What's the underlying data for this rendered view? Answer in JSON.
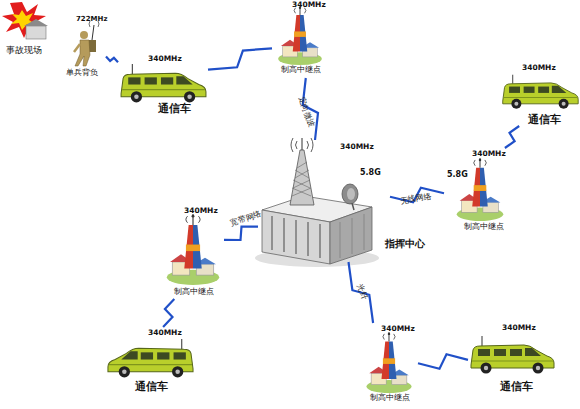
{
  "diagram": {
    "nodes": [
      {
        "text": [
          "事故现场"
        ]
      },
      {
        "text": [
          "722MHz",
          "单兵背负"
        ]
      },
      {
        "text": [
          "340MHz",
          "通信车"
        ]
      },
      {
        "text": [
          "340MHz",
          "制高中继点"
        ]
      },
      {
        "text": [
          "340MHz",
          "通信车"
        ]
      },
      {
        "text": [
          "340MHz",
          "5.8G",
          "指挥中心"
        ]
      },
      {
        "text": [
          "340MHz",
          "5.8G",
          "制高中继点"
        ]
      },
      {
        "text": [
          "340MHz",
          "制高中继点"
        ]
      },
      {
        "text": [
          "340MHz",
          "通信车"
        ]
      },
      {
        "text": [
          "340MHz",
          "制高中继点"
        ]
      },
      {
        "text": [
          "340MHz",
          "通信车"
        ]
      }
    ],
    "edges": [
      {
        "from": 1,
        "to": 2,
        "arrow": "none"
      },
      {
        "from": 2,
        "to": 3,
        "arrow": "none"
      },
      {
        "from": 3,
        "to": 5,
        "label": "定向微波",
        "arrow": "none"
      },
      {
        "from": 5,
        "to": 6,
        "label": "无线网络",
        "arrow": "none"
      },
      {
        "from": 6,
        "to": 4,
        "arrow": "none"
      },
      {
        "from": 5,
        "to": 7,
        "label": "宽带网络",
        "arrow": "none"
      },
      {
        "from": 7,
        "to": 8,
        "arrow": "none"
      },
      {
        "from": 5,
        "to": 9,
        "label": "光纤",
        "arrow": "none"
      },
      {
        "from": 9,
        "to": 10,
        "arrow": "none"
      }
    ]
  }
}
